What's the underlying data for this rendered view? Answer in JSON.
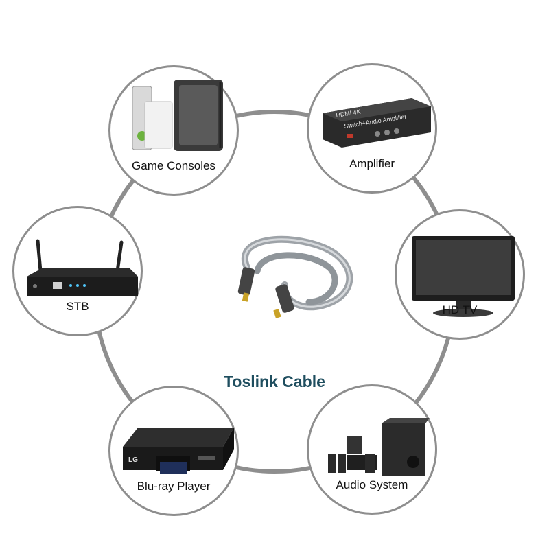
{
  "title": "Toslink Cable",
  "colors": {
    "ring": "#8e8e8e",
    "title": "#1f4e5f",
    "label": "#111111"
  },
  "devices": [
    {
      "id": "game-consoles",
      "label": "Game Consoles",
      "icon": "game-consoles-icon"
    },
    {
      "id": "amplifier",
      "label": "Amplifier",
      "icon": "amplifier-icon",
      "printed_text": [
        "HDMI 4K",
        "Switch+Audio Amplifier"
      ]
    },
    {
      "id": "stb",
      "label": "STB",
      "icon": "set-top-box-icon"
    },
    {
      "id": "hd-tv",
      "label": "HD TV",
      "icon": "tv-icon"
    },
    {
      "id": "blu-ray-player",
      "label": "Blu-ray Player",
      "icon": "blu-ray-player-icon",
      "printed_text": [
        "LG"
      ]
    },
    {
      "id": "audio-system",
      "label": "Audio System",
      "icon": "audio-system-icon"
    }
  ],
  "center_icon": "toslink-cable-icon"
}
